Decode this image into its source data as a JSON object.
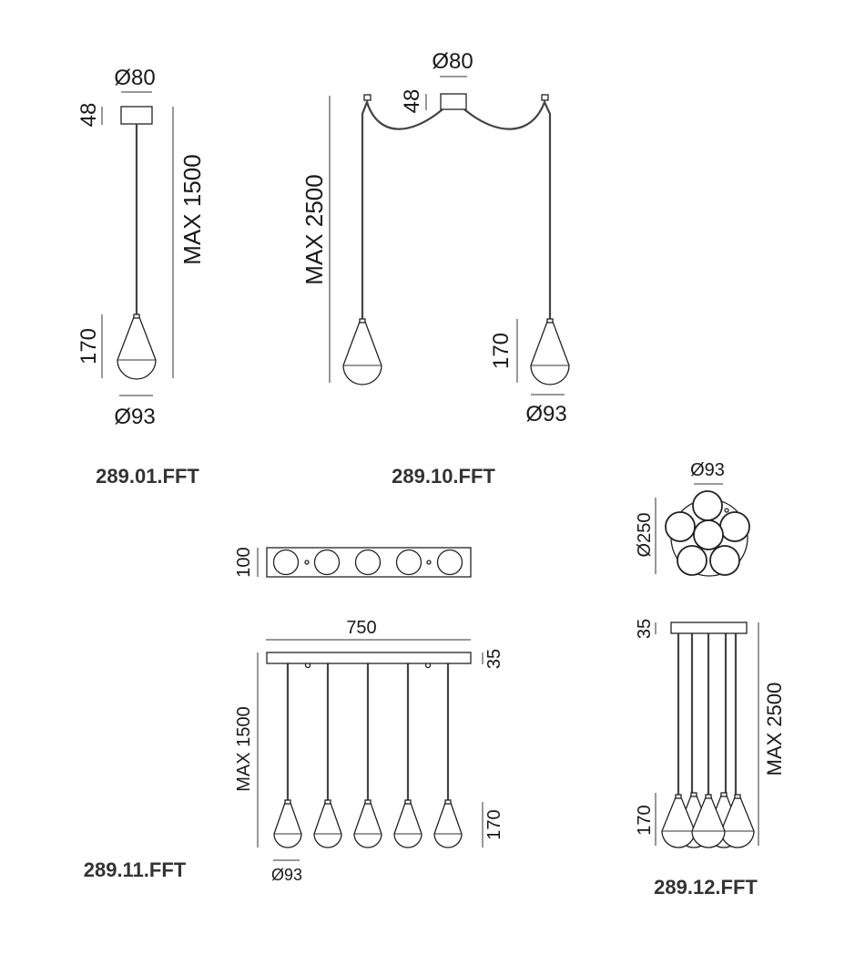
{
  "products": [
    {
      "code": "289.01.FFT",
      "dims": {
        "canopy_diameter": "Ø80",
        "canopy_height": "48",
        "max_length": "MAX 1500",
        "lamp_height": "170",
        "lamp_diameter": "Ø93"
      }
    },
    {
      "code": "289.10.FFT",
      "dims": {
        "canopy_diameter": "Ø80",
        "canopy_height": "48",
        "max_length": "MAX 2500",
        "lamp_height": "170",
        "lamp_diameter": "Ø93"
      }
    },
    {
      "code": "289.11.FFT",
      "dims": {
        "canopy_depth": "100",
        "canopy_length": "750",
        "canopy_height": "35",
        "max_length": "MAX 1500",
        "lamp_height": "170",
        "lamp_diameter": "Ø93"
      }
    },
    {
      "code": "289.12.FFT",
      "dims": {
        "lamp_diameter": "Ø93",
        "canopy_diameter": "Ø250",
        "canopy_height": "35",
        "max_length": "MAX 2500",
        "lamp_height": "170"
      }
    }
  ]
}
